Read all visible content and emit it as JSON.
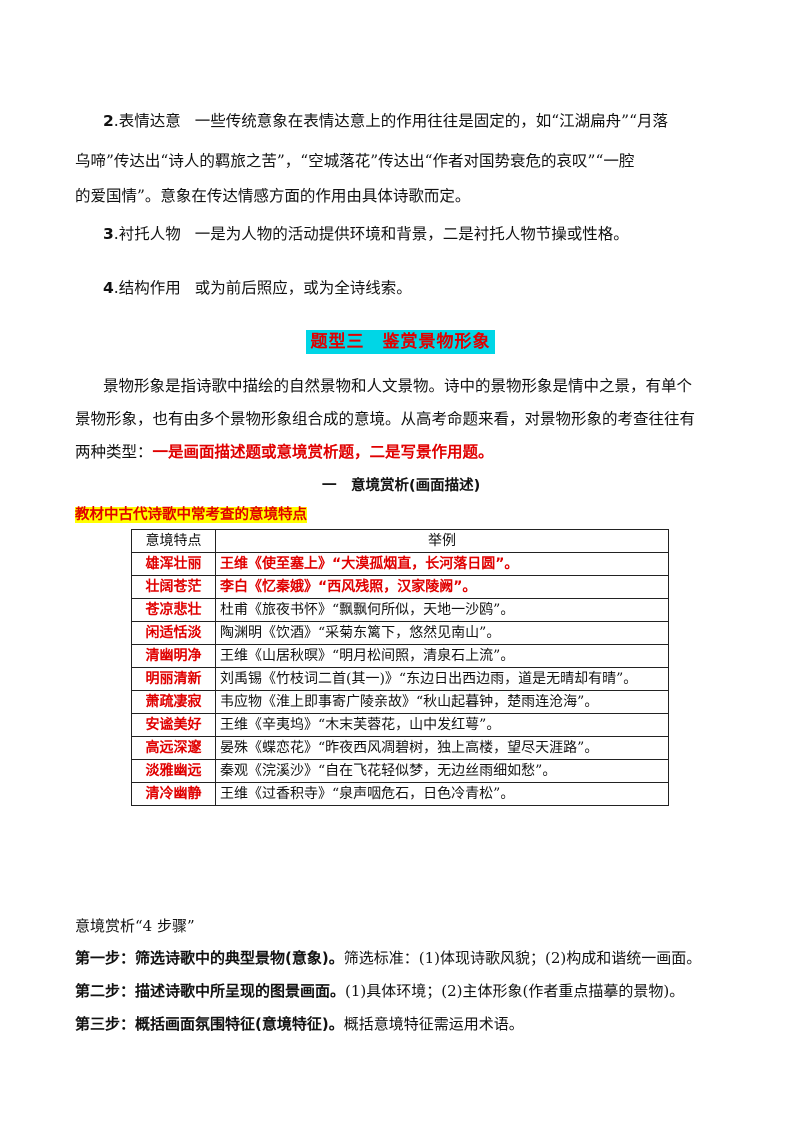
{
  "p2": {
    "num": "2",
    "label": ".表情达意",
    "line1": "一些传统意象在表情达意上的作用往往是固定的，如“江湖扁舟”“月落",
    "line2": "乌啼”传达出“诗人的羁旅之苦”，“空城落花”传达出“作者对国势衰危的哀叹”“一腔",
    "line3": "的爱国情”。意象在传达情感方面的作用由具体诗歌而定。"
  },
  "p3": {
    "num": "3",
    "label": ".衬托人物",
    "text": "一是为人物的活动提供环境和背景，二是衬托人物节操或性格。"
  },
  "p4": {
    "num": "4",
    "label": ".结构作用",
    "text": "或为前后照应，或为全诗线索。"
  },
  "section_title": "题型三　鉴赏景物形象",
  "intro": {
    "line1": "景物形象是指诗歌中描绘的自然景物和人文景物。诗中的景物形象是情中之景，有单个",
    "line2": "景物形象，也有由多个景物形象组合成的意境。从高考命题来看，对景物形象的考查往往有",
    "line3_plain": "两种类型：",
    "line3_red": "一是画面描述题或意境赏析题，二是写景作用题。"
  },
  "subsection_title": "一　意境赏析(画面描述)",
  "table_caption": "教材中古代诗歌中常考查的意境特点",
  "table": {
    "headers": [
      "意境特点",
      "举例"
    ],
    "rows": [
      {
        "feature": "雄浑壮丽",
        "example": "王维《使至塞上》“大漠孤烟直，长河落日圆”。"
      },
      {
        "feature": "壮阔苍茫",
        "example": "李白《忆秦娥》“西风残照，汉家陵阙”。"
      },
      {
        "feature": "苍凉悲壮",
        "example": "杜甫《旅夜书怀》“飘飘何所似，天地一沙鸥”。"
      },
      {
        "feature": "闲适恬淡",
        "example": "陶渊明《饮酒》“采菊东篱下，悠然见南山”。"
      },
      {
        "feature": "清幽明净",
        "example": "王维《山居秋暝》“明月松间照，清泉石上流”。"
      },
      {
        "feature": "明丽清新",
        "example": "刘禹锡《竹枝词二首(其一)》“东边日出西边雨，道是无晴却有晴”。"
      },
      {
        "feature": "萧疏凄寂",
        "example": "韦应物《淮上即事寄广陵亲故》“秋山起暮钟，楚雨连沧海”。"
      },
      {
        "feature": "安谧美好",
        "example": "王维《辛夷坞》“木末芙蓉花，山中发红萼”。"
      },
      {
        "feature": "高远深邃",
        "example": "晏殊《蝶恋花》“昨夜西风凋碧树，独上高楼，望尽天涯路”。"
      },
      {
        "feature": "淡雅幽远",
        "example": "秦观《浣溪沙》“自在飞花轻似梦，无边丝雨细如愁”。"
      },
      {
        "feature": "清冷幽静",
        "example": "王维《过香积寺》“泉声咽危石，日色冷青松”。"
      }
    ]
  },
  "steps_title": "意境赏析“4 步骤”",
  "steps": [
    {
      "label": "第一步：筛选诗歌中的典型景物(意象)。",
      "text": "筛选标准：(1)体现诗歌风貌；(2)构成和谐统一画面。"
    },
    {
      "label": "第二步：描述诗歌中所呈现的图景画面。",
      "text": "(1)具体环境；(2)主体形象(作者重点描摹的景物)。"
    },
    {
      "label": "第三步：概括画面氛围特征(意境特征)。",
      "text": "概括意境特征需运用术语。"
    }
  ]
}
